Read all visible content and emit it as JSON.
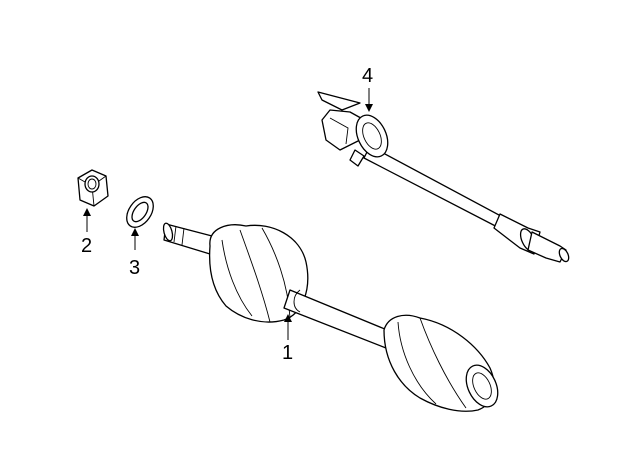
{
  "callouts": [
    {
      "id": "1",
      "label": "1",
      "part": "drive-axle-shaft-assembly"
    },
    {
      "id": "2",
      "label": "2",
      "part": "hub-nut"
    },
    {
      "id": "3",
      "label": "3",
      "part": "washer"
    },
    {
      "id": "4",
      "label": "4",
      "part": "intermediate-shaft"
    }
  ],
  "colors": {
    "line": "#000000",
    "background": "#ffffff"
  }
}
